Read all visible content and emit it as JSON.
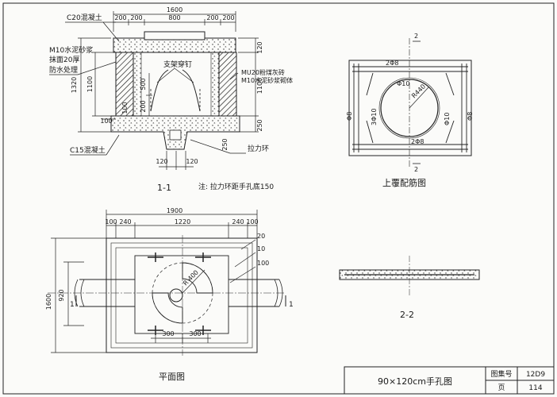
{
  "section_1_1": {
    "title": "1-1",
    "note": "注: 拉力环距手孔底150",
    "dims": {
      "overall_width": "1600",
      "top_segments": [
        "200",
        "200",
        "800",
        "200",
        "200"
      ],
      "right_top": "120",
      "right_mid": "1100",
      "right_bottom": "250",
      "left_total": "1320",
      "left_mid": "1100",
      "left_inner_upper": "500",
      "left_inner_lower": "200",
      "left_low_a": "100",
      "left_low_b": "100",
      "bottom_a": "120",
      "bottom_b": "120",
      "right_step": "250"
    },
    "labels": {
      "c20": "C20混凝土",
      "m10_l1": "M10水泥砂浆",
      "m10_l2": "抹面20厚",
      "m10_l3": "防水处理",
      "bracket": "支架穿钉",
      "mu20_l1": "MU20粉煤灰砖",
      "mu20_l2": "M10水泥砂浆砌体",
      "c15": "C15混凝土",
      "ring": "拉力环"
    }
  },
  "top_reinforcement": {
    "title": "上覆配筋图",
    "section_mark": "2",
    "labels": {
      "top_bar": "2Φ8",
      "bottom_bar": "2Φ8",
      "ring_bar": "Φ10",
      "radius": "R440",
      "left_a": "Φ8",
      "left_b": "3Φ10",
      "right_a": "Φ10",
      "right_b": "Φ8"
    }
  },
  "plan_view": {
    "title": "平面图",
    "section_mark": "1",
    "dims": {
      "overall": "1900",
      "top_left_a": "100",
      "top_left_b": "240",
      "top_mid": "1220",
      "top_right_b": "240",
      "top_right_a": "100",
      "left_total": "1600",
      "left_inner": "920",
      "bottom_a": "300",
      "bottom_b": "300",
      "right_a": "20",
      "right_b": "10",
      "right_c": "100",
      "radius": "R 400"
    }
  },
  "section_2_2": {
    "title": "2-2"
  },
  "title_block": {
    "drawing_name": "90×120cm手孔图",
    "atlas_label": "图集号",
    "atlas_value": "12D9",
    "page_label": "页",
    "page_value": "114"
  }
}
